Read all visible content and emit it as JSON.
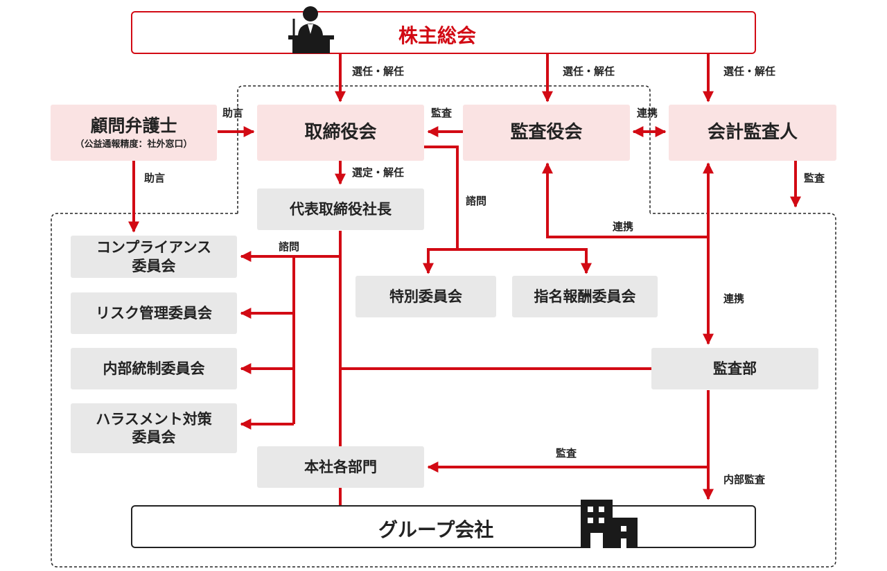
{
  "boxes": {
    "shareholders": "株主総会",
    "advisor_title": "顧問弁護士",
    "advisor_sub": "（公益通報精度：社外窓口）",
    "board": "取締役会",
    "audit_board": "監査役会",
    "accounting_auditor": "会計監査人",
    "president": "代表取締役社長",
    "compliance": "コンプライアンス\n委員会",
    "risk": "リスク管理委員会",
    "internal_control": "内部統制委員会",
    "harassment": "ハラスメント対策\n委員会",
    "special": "特別委員会",
    "nomination": "指名報酬委員会",
    "audit_dept": "監査部",
    "hq": "本社各部門",
    "group": "グループ会社"
  },
  "labels": {
    "elect1": "選任・解任",
    "elect2": "選任・解任",
    "elect3": "選任・解任",
    "advice1": "助言",
    "advice2": "助言",
    "audit1": "監査",
    "link1": "連携",
    "select": "選定・解任",
    "consult1": "諮問",
    "consult2": "諮問",
    "audit2": "監査",
    "link2": "連携",
    "link3": "連携",
    "audit3": "監査",
    "internal_audit": "内部監査"
  },
  "colors": {
    "accent": "#d20a14",
    "pink": "#fae3e3",
    "gray": "#e8e8e8"
  },
  "icons": [
    "speaker-podium-icon",
    "building-icon"
  ]
}
